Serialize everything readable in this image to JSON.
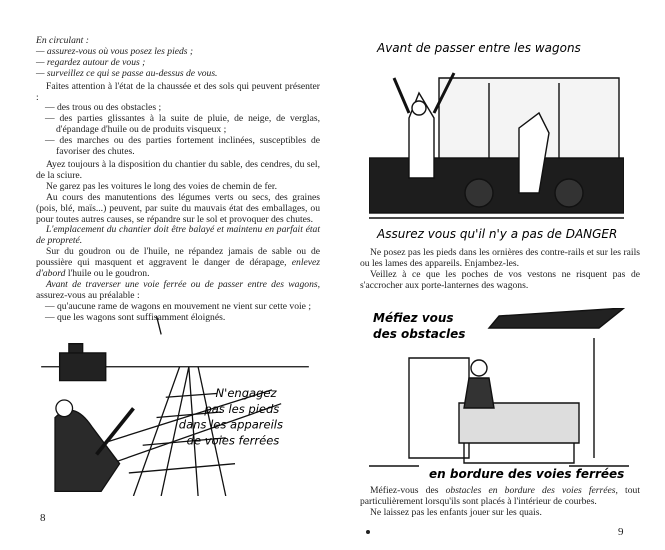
{
  "left_page": {
    "intro_italic": "En circulant :",
    "intro_items": [
      "— assurez-vous où vous posez les pieds ;",
      "— regardez autour de vous ;",
      "— surveillez ce qui se passe au-dessus de vous."
    ],
    "p1": "Faites attention à l'état de la chaussée et des sols qui peuvent présenter :",
    "p1_items": [
      "— des trous ou des obstacles ;",
      "— des parties glissantes à la suite de pluie, de neige, de verglas, d'épandage d'huile ou de produits visqueux ;",
      "— des marches ou des parties fortement inclinées, susceptibles de favoriser des chutes."
    ],
    "p2": "Ayez toujours à la disposition du chantier du sable, des cendres, du sel, de la sciure.",
    "p3": "Ne garez pas les voitures le long des voies de chemin de fer.",
    "p4": "Au cours des manutentions des légumes verts ou secs, des graines (pois, blé, maïs...) peuvent, par suite du mauvais état des emballages, ou pour toutes autres causes, se répandre sur le sol et provoquer des chutes.",
    "p5_italic": "L'emplacement du chantier doit être balayé et maintenu en parfait état de propreté.",
    "p6_a": "Sur du goudron ou de l'huile, ne répandez jamais de sable ou de poussière qui masquent et aggravent le danger de dérapage, ",
    "p6_italic": "enlevez d'abord",
    "p6_b": " l'huile ou le goudron.",
    "p7_italic": "Avant de traverser une voie ferrée ou de passer entre des wagons,",
    "p7_b": " assurez-vous au préalable :",
    "p7_items": [
      "— qu'aucune rame de wagons en mouvement ne vient sur cette voie ;",
      "— que les wagons sont suffisamment éloignés."
    ],
    "illustration_caption": [
      "N'engagez",
      "pas les pieds",
      "dans les appareils",
      "de voies ferrées"
    ],
    "page_number": "8"
  },
  "right_page": {
    "illus1_title": "Avant de passer entre les wagons",
    "illus1_caption": "Assurez vous qu'il n'y a pas de DANGER",
    "p1": "Ne posez pas les pieds dans les ornières des contre-rails et sur les rails ou les lames des appareils. Enjambez-les.",
    "p2": "Veillez à ce que les poches de vos vestons ne risquent pas de s'accrocher aux porte-lanternes des wagons.",
    "illus2_title": [
      "Méfiez vous",
      "des obstacles"
    ],
    "illus2_caption": "en bordure des voies ferrées",
    "p3_a": "Méfiez-vous des ",
    "p3_italic": "obstacles en bordure des voies ferrées",
    "p3_b": ", tout particulièrement lorsqu'ils sont placés à l'intérieur de courbes.",
    "p4": "Ne laissez pas les enfants jouer sur les quais.",
    "page_number": "9"
  }
}
